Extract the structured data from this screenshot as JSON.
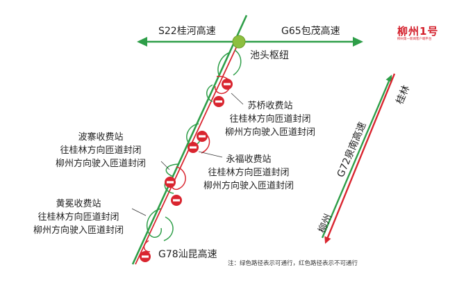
{
  "logo": {
    "text": "柳州1号",
    "subtext": "柳州第一新闻客户端平台"
  },
  "roads": {
    "s22": "S22桂河高速",
    "g65": "G65包茂高速",
    "g72": "G72泉南高速",
    "g78": "G78汕昆高速"
  },
  "junction": {
    "name": "池头枢纽"
  },
  "stations": [
    {
      "name": "苏桥收费站",
      "line1": "往桂林方向匝道封闭",
      "line2": "柳州方向驶入匝道封闭"
    },
    {
      "name": "波寨收费站",
      "line1": "往桂林方向匝道封闭",
      "line2": "柳州方向驶入匝道封闭"
    },
    {
      "name": "永福收费站",
      "line1": "往桂林方向匝道封闭",
      "line2": "柳州方向驶入匝道封闭"
    },
    {
      "name": "黄冕收费站",
      "line1": "往桂林方向匝道封闭",
      "line2": "柳州方向驶入匝道封闭"
    }
  ],
  "directions": {
    "guilin": "桂林",
    "liuzhou": "柳州"
  },
  "note": "注：绿色路径表示可通行，红色路径表示不可通行",
  "colors": {
    "green": "#2e9e48",
    "red": "#d9252f",
    "junction": "#8dbf3f"
  },
  "icons": [
    "no-entry-icon",
    "junction-node-icon",
    "arrow-icon"
  ]
}
